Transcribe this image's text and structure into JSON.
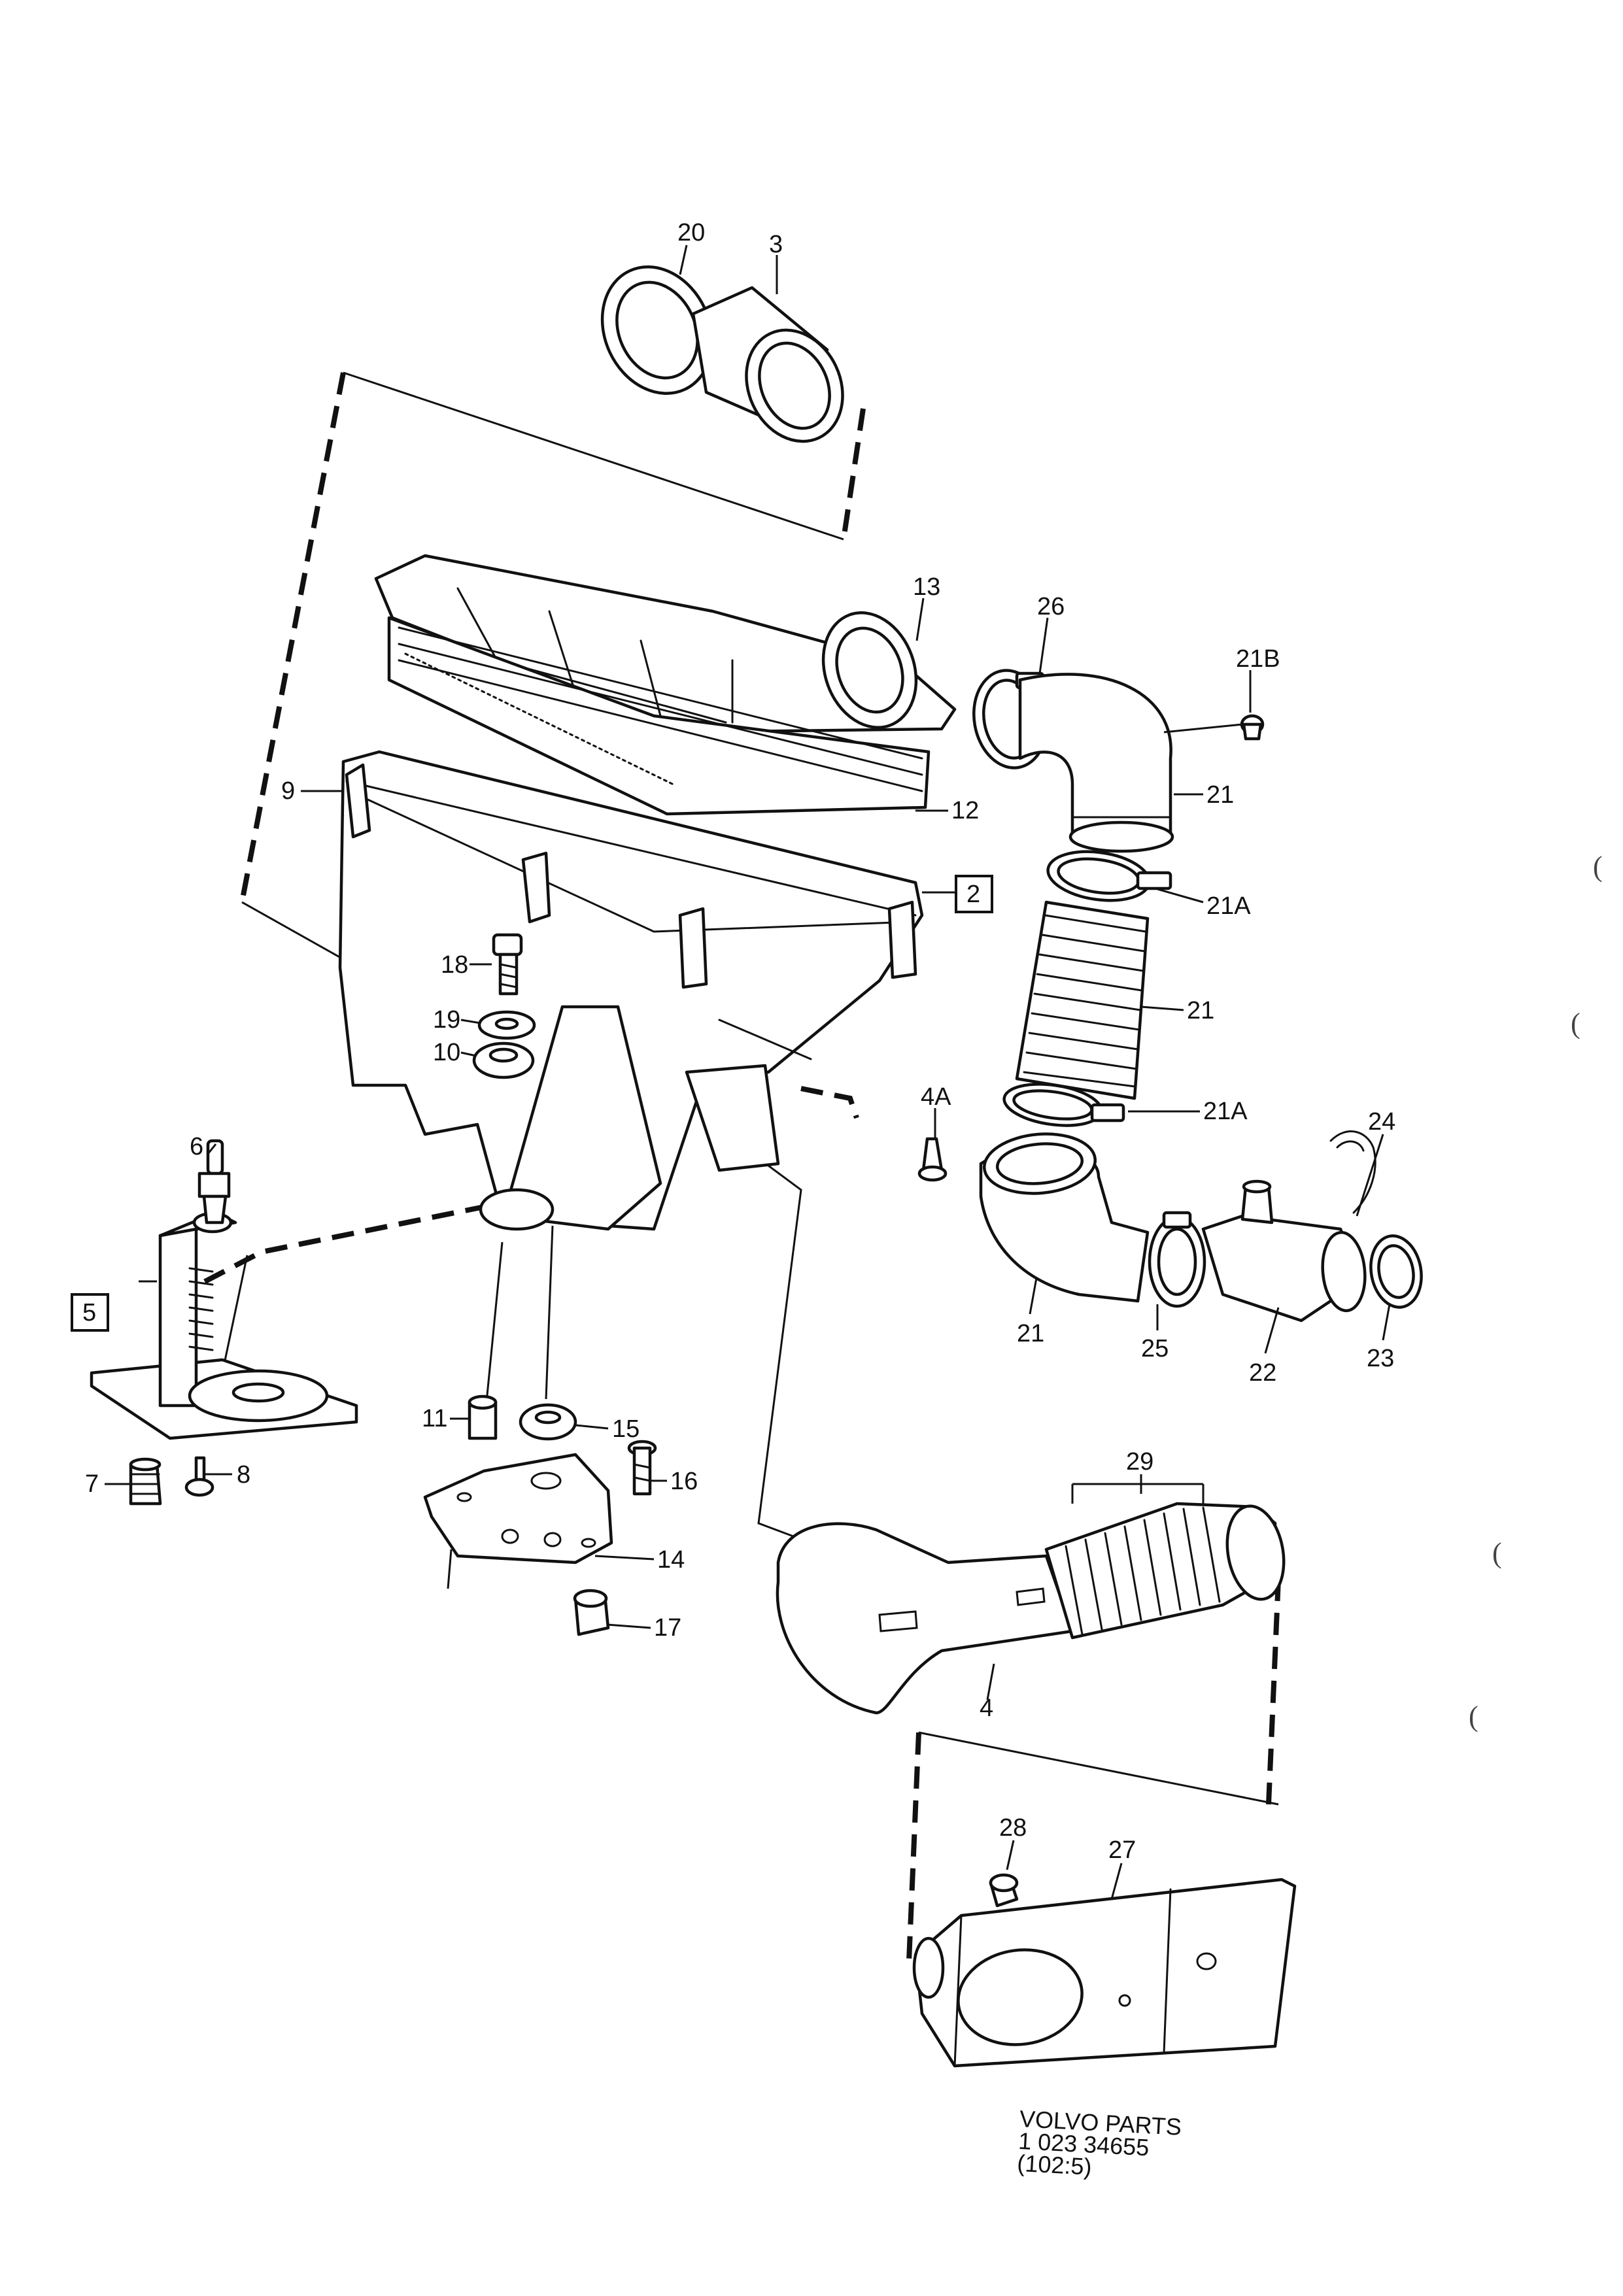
{
  "callouts": {
    "c2": "2",
    "c3": "3",
    "c4": "4",
    "c4a": "4A",
    "c5": "5",
    "c6": "6",
    "c7": "7",
    "c8": "8",
    "c9": "9",
    "c10": "10",
    "c11": "11",
    "c12": "12",
    "c13": "13",
    "c14": "14",
    "c15": "15",
    "c16": "16",
    "c17": "17",
    "c18": "18",
    "c19": "19",
    "c20": "20",
    "c21a": "21",
    "c21b": "21",
    "c21c": "21",
    "c21A1": "21A",
    "c21A2": "21A",
    "c21B": "21B",
    "c22": "22",
    "c23": "23",
    "c24": "24",
    "c25": "25",
    "c26": "26",
    "c27": "27",
    "c28": "28",
    "c29": "29"
  },
  "stamp": {
    "line1": "VOLVO PARTS",
    "line2": "1 023 34655",
    "line3": "(102:5)"
  },
  "margin_marks": [
    "(",
    "(",
    "(",
    "("
  ]
}
